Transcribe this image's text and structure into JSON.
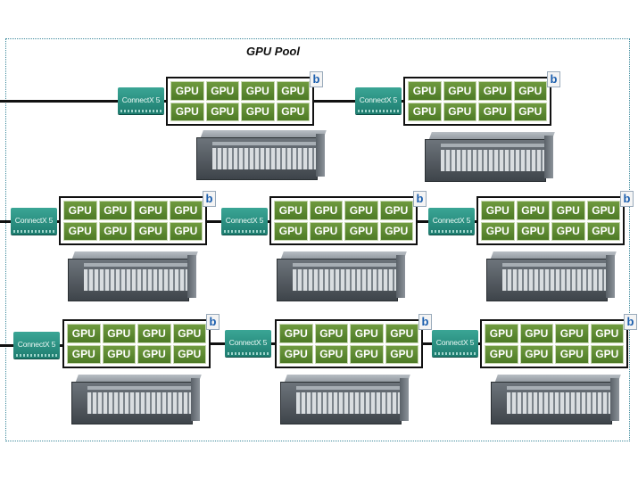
{
  "pool": {
    "title": "GPU Pool"
  },
  "gpu_label": "GPU",
  "nic_label": "ConnectX 5",
  "badge_label": "b",
  "rows": [
    {
      "id": "row-1",
      "nodes": 2
    },
    {
      "id": "row-2",
      "nodes": 3
    },
    {
      "id": "row-3",
      "nodes": 3
    }
  ],
  "gpus_per_node": 8,
  "colors": {
    "gpu": "#5b8a31",
    "nic": "#2b9383",
    "border": "#3d8a9c"
  }
}
